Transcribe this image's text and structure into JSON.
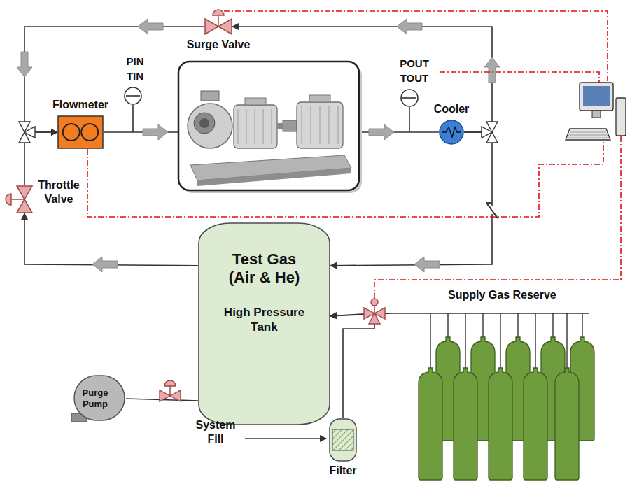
{
  "diagram": {
    "nodes": [
      {
        "text": [
          "Surge Valve"
        ]
      },
      {
        "text": [
          "PIN",
          "TIN"
        ]
      },
      {
        "text": [
          "Flowmeter"
        ]
      },
      {
        "text": [
          "Throttle Valve"
        ]
      },
      {
        "text": [
          "POUT",
          "TOUT"
        ]
      },
      {
        "text": [
          "Cooler"
        ]
      },
      {
        "text": [
          "Test Gas (Air & He)",
          "High Pressure Tank"
        ]
      },
      {
        "text": [
          "Purge Pump"
        ]
      },
      {
        "text": [
          "Supply Gas Reserve"
        ]
      },
      {
        "text": [
          "Filter"
        ]
      }
    ],
    "edges": [
      {
        "from": 5,
        "to": 0,
        "arrow": "to"
      },
      {
        "from": 0,
        "to": 2,
        "arrow": "to"
      },
      {
        "from": 5,
        "to": 6,
        "arrow": "to"
      },
      {
        "from": 6,
        "to": 3,
        "arrow": "to"
      },
      {
        "from": 3,
        "to": 2,
        "arrow": "to"
      },
      {
        "from": 8,
        "to": 6,
        "arrow": "to"
      },
      {
        "from": 9,
        "to": 6,
        "arrow": "to"
      },
      {
        "from": 7,
        "to": 6,
        "arrow": "none"
      }
    ],
    "labels": [
      "System Fill"
    ]
  }
}
